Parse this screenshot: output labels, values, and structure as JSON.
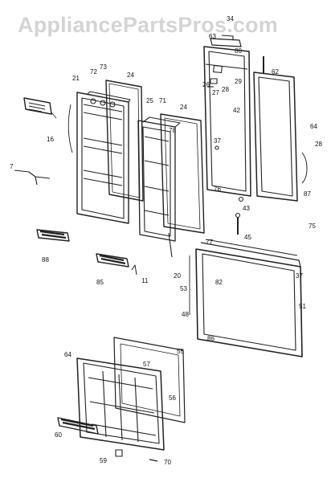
{
  "watermark": "AppliancePartsPros.com",
  "colors": {
    "line": "#222222",
    "watermark": "#d4d4d4"
  },
  "callouts": {
    "c7": "7",
    "c16": "16",
    "c21": "21",
    "c72": "72",
    "c73": "73",
    "c24": "24",
    "c25": "25",
    "c71": "71",
    "c78": "78",
    "c24b": "24",
    "c34": "34",
    "c63": "63",
    "c80": "80",
    "c62": "62",
    "c26": "26",
    "c27": "27",
    "c28": "28",
    "c29": "29",
    "c42": "42",
    "c37": "37",
    "c76": "76",
    "c64": "64",
    "c28b": "28",
    "c87": "87",
    "c43": "43",
    "c45": "45",
    "c75": "75",
    "c88": "88",
    "c85": "85",
    "c11": "11",
    "c20": "20",
    "c53": "53",
    "c77": "77",
    "c82": "82",
    "c37b": "37",
    "c51": "51",
    "c48": "48",
    "c86": "86",
    "c55": "55",
    "c57": "57",
    "c64b": "64",
    "c56": "56",
    "c60": "60",
    "c59": "59",
    "c70": "70"
  }
}
